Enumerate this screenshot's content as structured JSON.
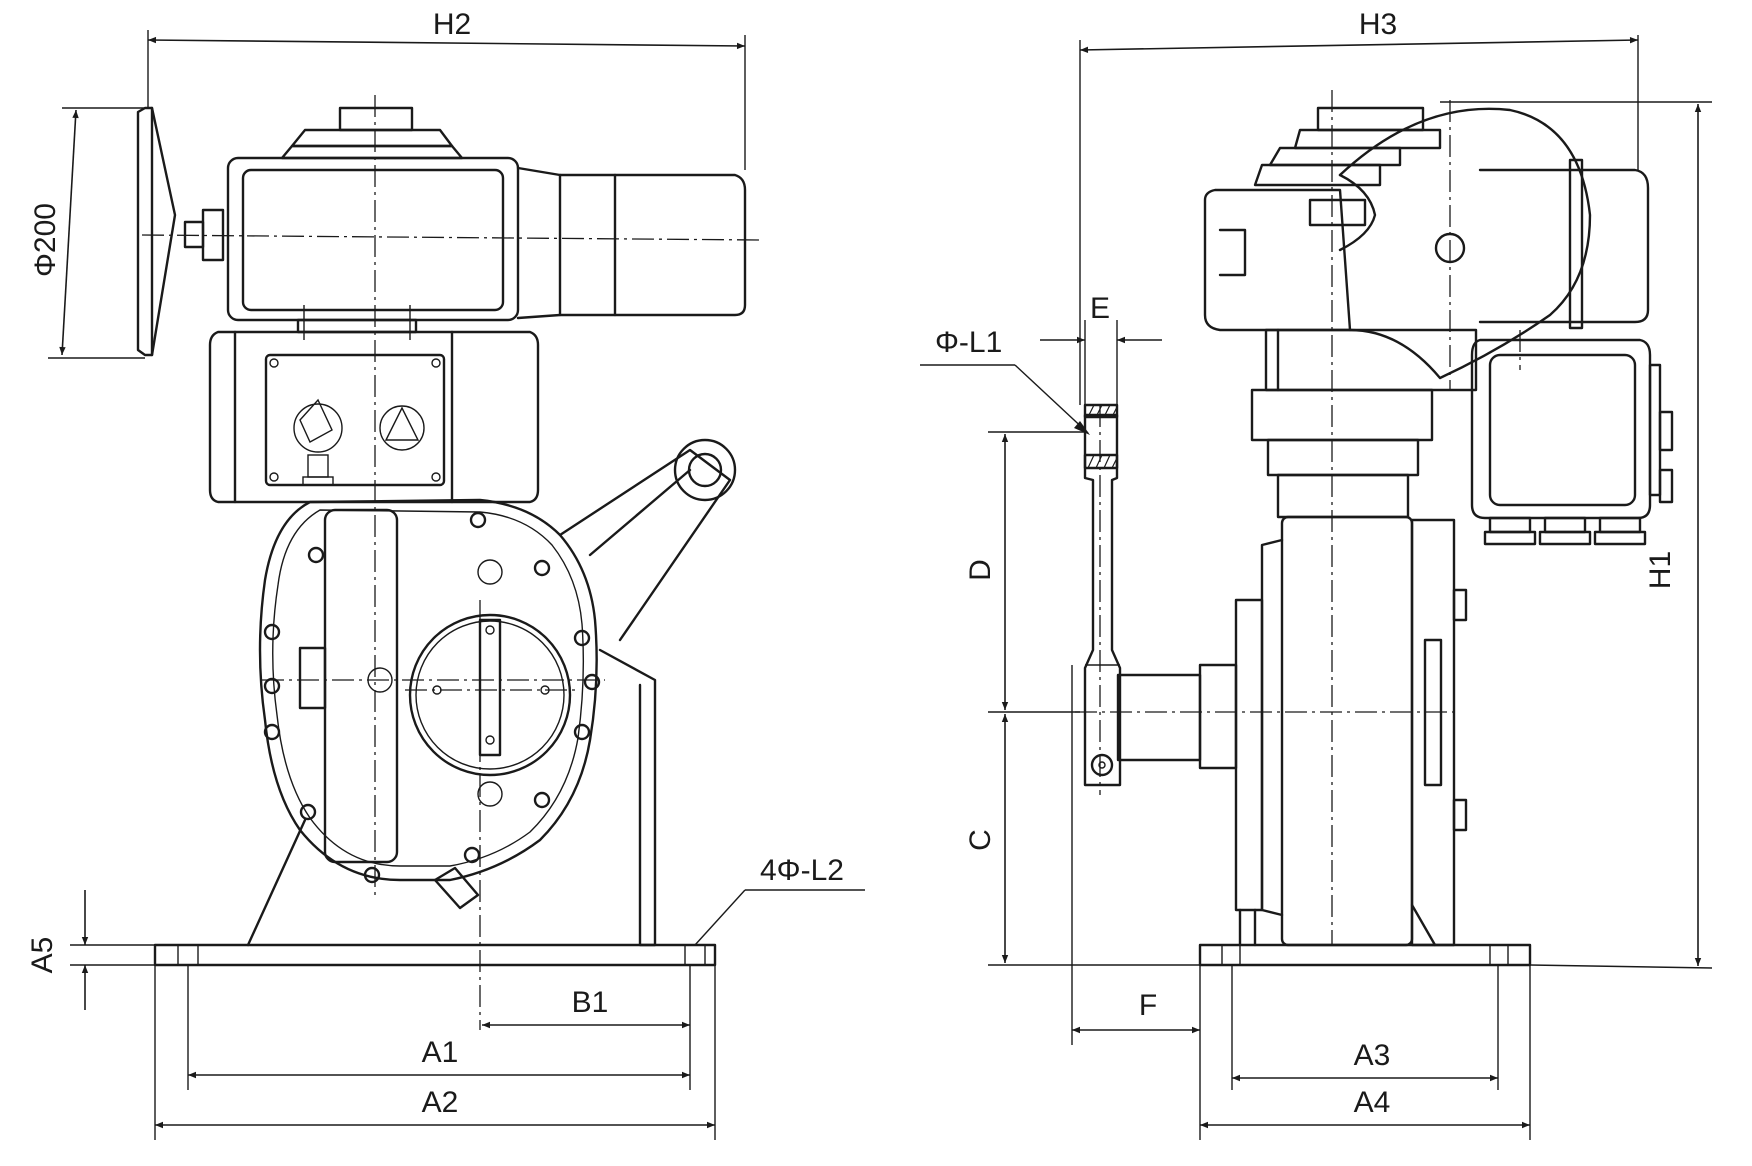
{
  "labels": {
    "h2": "H2",
    "phi200": "Φ200",
    "h3": "H3",
    "e": "E",
    "phi_l1": "Φ-L1",
    "d": "D",
    "h1": "H1",
    "c": "C",
    "four_phi_l2": "4Φ-L2",
    "a5": "A5",
    "b1": "B1",
    "a1": "A1",
    "a2": "A2",
    "f": "F",
    "a3": "A3",
    "a4": "A4"
  }
}
